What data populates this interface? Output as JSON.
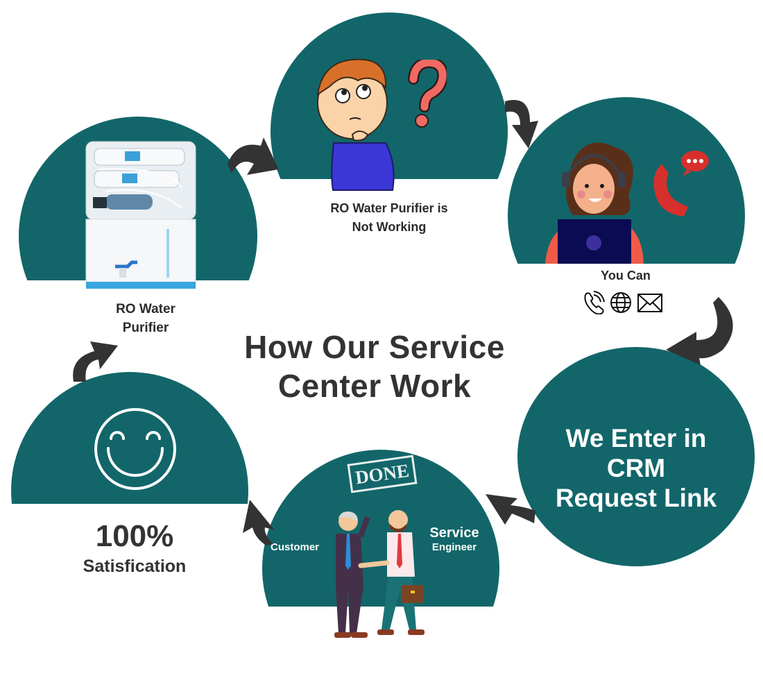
{
  "title": {
    "line1": "How Our Service",
    "line2": "Center Work"
  },
  "colors": {
    "teal": "#12666A",
    "arrow": "#333333",
    "text": "#333333",
    "question_mark": "#F06A62",
    "phone_red": "#D7302C"
  },
  "steps": [
    {
      "id": "ro-purifier",
      "label_line1": "RO Water",
      "label_line2": "Purifier",
      "icon": "water-purifier-image"
    },
    {
      "id": "not-working",
      "label_line1": "RO Water Purifier is",
      "label_line2": "Not Working",
      "icon": "confused-boy-question-mark"
    },
    {
      "id": "you-can",
      "label": "You Can",
      "icons": [
        "phone-icon",
        "globe-icon",
        "mail-icon"
      ],
      "illustration": "call-center-agent"
    },
    {
      "id": "crm",
      "label_line1": "We Enter in",
      "label_line2": "CRM",
      "label_line3": "Request Link"
    },
    {
      "id": "done",
      "stamp": "DONE",
      "left_label": "Customer",
      "right_label_line1": "Service",
      "right_label_line2": "Engineer",
      "illustration": "handshake"
    },
    {
      "id": "satisfaction",
      "value": "100%",
      "label": "Satisfication",
      "icon": "smiley-face-icon"
    }
  ]
}
